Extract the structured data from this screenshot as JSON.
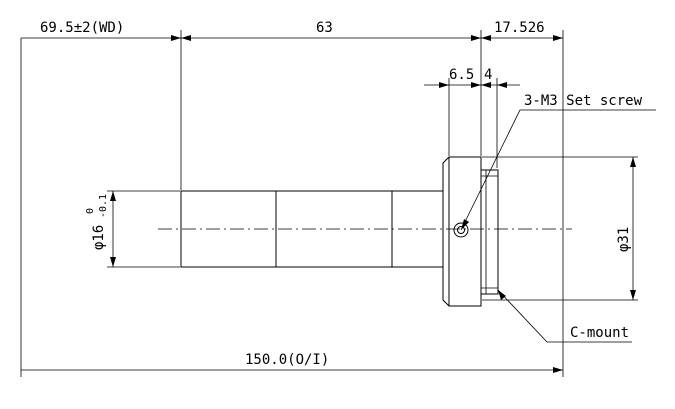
{
  "dimensions": {
    "working_distance": "69.5±2(WD)",
    "length_63": "63",
    "length_17526": "17.526",
    "length_65": "6.5",
    "length_4": "4",
    "diameter_16": "φ16",
    "tol_upper": "0",
    "tol_lower": "-0.1",
    "diameter_31": "φ31",
    "overall": "150.0(O/I)"
  },
  "callouts": {
    "set_screw": "3-M3 Set screw",
    "mount": "C-mount"
  }
}
